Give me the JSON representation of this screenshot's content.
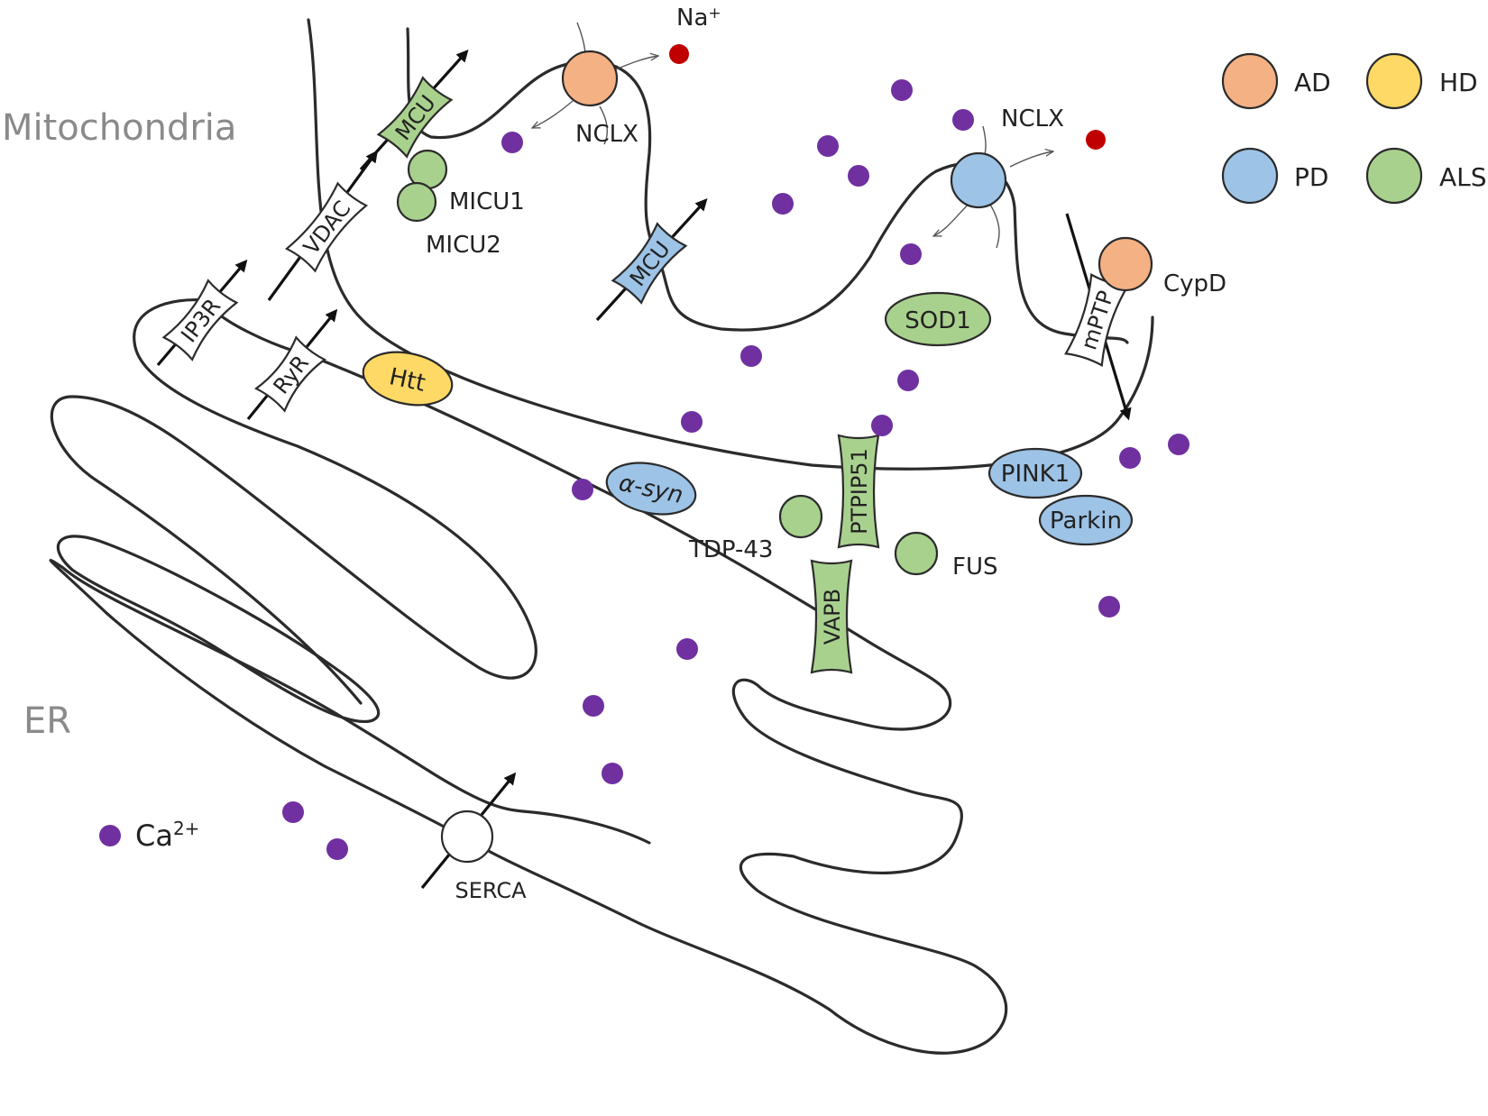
{
  "colors": {
    "AD": "#f4b183",
    "PD": "#9dc3e6",
    "HD": "#ffd966",
    "ALS": "#a9d18e",
    "calcium": "#7030a0",
    "sodium": "#c00000",
    "neutral": "#ffffff"
  },
  "regions": {
    "mitochondria": "Mitochondria",
    "er": "ER"
  },
  "legend": {
    "AD": "AD",
    "HD": "HD",
    "PD": "PD",
    "ALS": "ALS"
  },
  "ion_legend": {
    "calcium_base": "Ca",
    "calcium_charge": "2+",
    "sodium_base": "Na",
    "sodium_charge": "+"
  },
  "channels": {
    "ip3r": "IP3R",
    "ryr": "RyR",
    "vdac": "VDAC",
    "mcu_upper": "MCU",
    "mcu_lower": "MCU",
    "mptp": "mPTP",
    "serca": "SERCA"
  },
  "proteins": {
    "micu1": "MICU1",
    "micu2": "MICU2",
    "nclx_upper": "NCLX",
    "nclx_right": "NCLX",
    "cypd": "CypD",
    "sod1": "SOD1",
    "htt": "Htt",
    "alpha_syn": "α-syn",
    "ptpip51": "PTPIP51",
    "vapb": "VAPB",
    "tdp43": "TDP-43",
    "fus": "FUS",
    "pink1": "PINK1",
    "parkin": "Parkin"
  }
}
